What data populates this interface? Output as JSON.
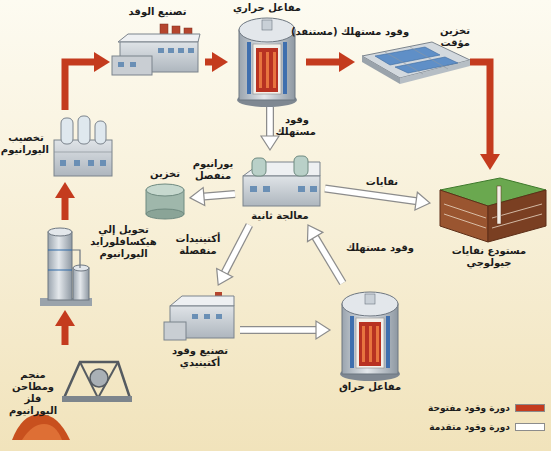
{
  "diagram": {
    "nodes": [
      {
        "text": [
          "مفاعل حراري"
        ]
      },
      {
        "text": [
          "تخزين مؤقت"
        ]
      },
      {
        "text": [
          "تصنيع الوقد"
        ]
      },
      {
        "text": [
          "تخصيب اليورانيوم"
        ]
      },
      {
        "text": [
          "تحويل إلي هيكسافلورايد اليورانيوم"
        ]
      },
      {
        "text": [
          "منجم ومطاحن فلز اليورانيوم"
        ]
      },
      {
        "text": [
          "معالجة ثانية"
        ]
      },
      {
        "text": [
          "تخزين"
        ]
      },
      {
        "text": [
          "مستودع نفايات جيولوجي"
        ]
      },
      {
        "text": [
          "تصنيع وقود أكتينيدي"
        ]
      },
      {
        "text": [
          "مفاعل حراق"
        ]
      }
    ],
    "edges": [
      {
        "from": 5,
        "to": 4,
        "arrow": "to"
      },
      {
        "from": 4,
        "to": 3,
        "arrow": "to"
      },
      {
        "from": 3,
        "to": 2,
        "arrow": "to"
      },
      {
        "from": 2,
        "to": 0,
        "arrow": "to"
      },
      {
        "from": 0,
        "to": 1,
        "label": "وقود مستهلك (مستنفد)",
        "arrow": "to"
      },
      {
        "from": 1,
        "to": 8,
        "arrow": "to"
      },
      {
        "from": 0,
        "to": 6,
        "label": "وقود مستهلك",
        "arrow": "to"
      },
      {
        "from": 6,
        "to": 7,
        "label": "يورانيوم منفصل",
        "arrow": "to"
      },
      {
        "from": 6,
        "to": 9,
        "label": "أكتينيدات منفصلة",
        "arrow": "to"
      },
      {
        "from": 6,
        "to": 8,
        "label": "نفايات",
        "arrow": "to"
      },
      {
        "from": 9,
        "to": 10,
        "arrow": "to"
      },
      {
        "from": 10,
        "to": 6,
        "label": "وقود مستهلك",
        "arrow": "to"
      }
    ],
    "legend": [
      {
        "text": "دورة وقود مفتوحة",
        "color": "#c43b1e"
      },
      {
        "text": "دورة وقود متقدمة",
        "color": "#ffffff"
      }
    ]
  }
}
